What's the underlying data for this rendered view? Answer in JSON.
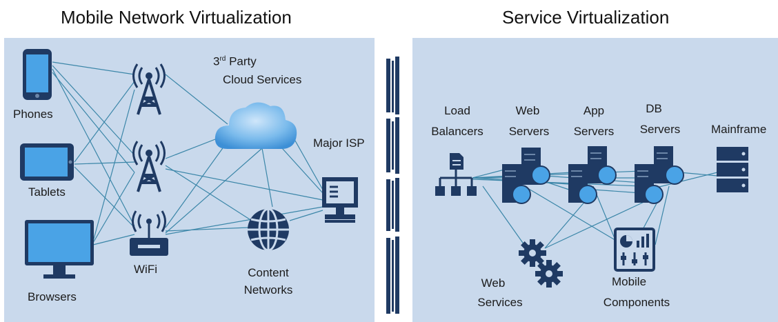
{
  "headings": {
    "left": "Mobile Network Virtualization",
    "right": "Service Virtualization"
  },
  "left": {
    "phones": "Phones",
    "tablets": "Tablets",
    "browsers": "Browsers",
    "wifi": "WiFi",
    "cloud_line1_num": "3",
    "cloud_line1_sup": "rd",
    "cloud_line1_rest": " Party",
    "cloud_line2": "Cloud Services",
    "isp": "Major ISP",
    "content_line1": "Content",
    "content_line2": "Networks"
  },
  "right": {
    "lb_line1": "Load",
    "lb_line2": "Balancers",
    "web_line1": "Web",
    "web_line2": "Servers",
    "app_line1": "App",
    "app_line2": "Servers",
    "db_line1": "DB",
    "db_line2": "Servers",
    "mainframe": "Mainframe",
    "ws_line1": "Web",
    "ws_line2": "Services",
    "mc_line1": "Mobile",
    "mc_line2": "Components"
  },
  "colors": {
    "panel": "#c9d9ec",
    "icon": "#1f3a63",
    "line": "#3b86a8",
    "globe": "#4aa3e6",
    "cloud": "#6fb3e8"
  }
}
